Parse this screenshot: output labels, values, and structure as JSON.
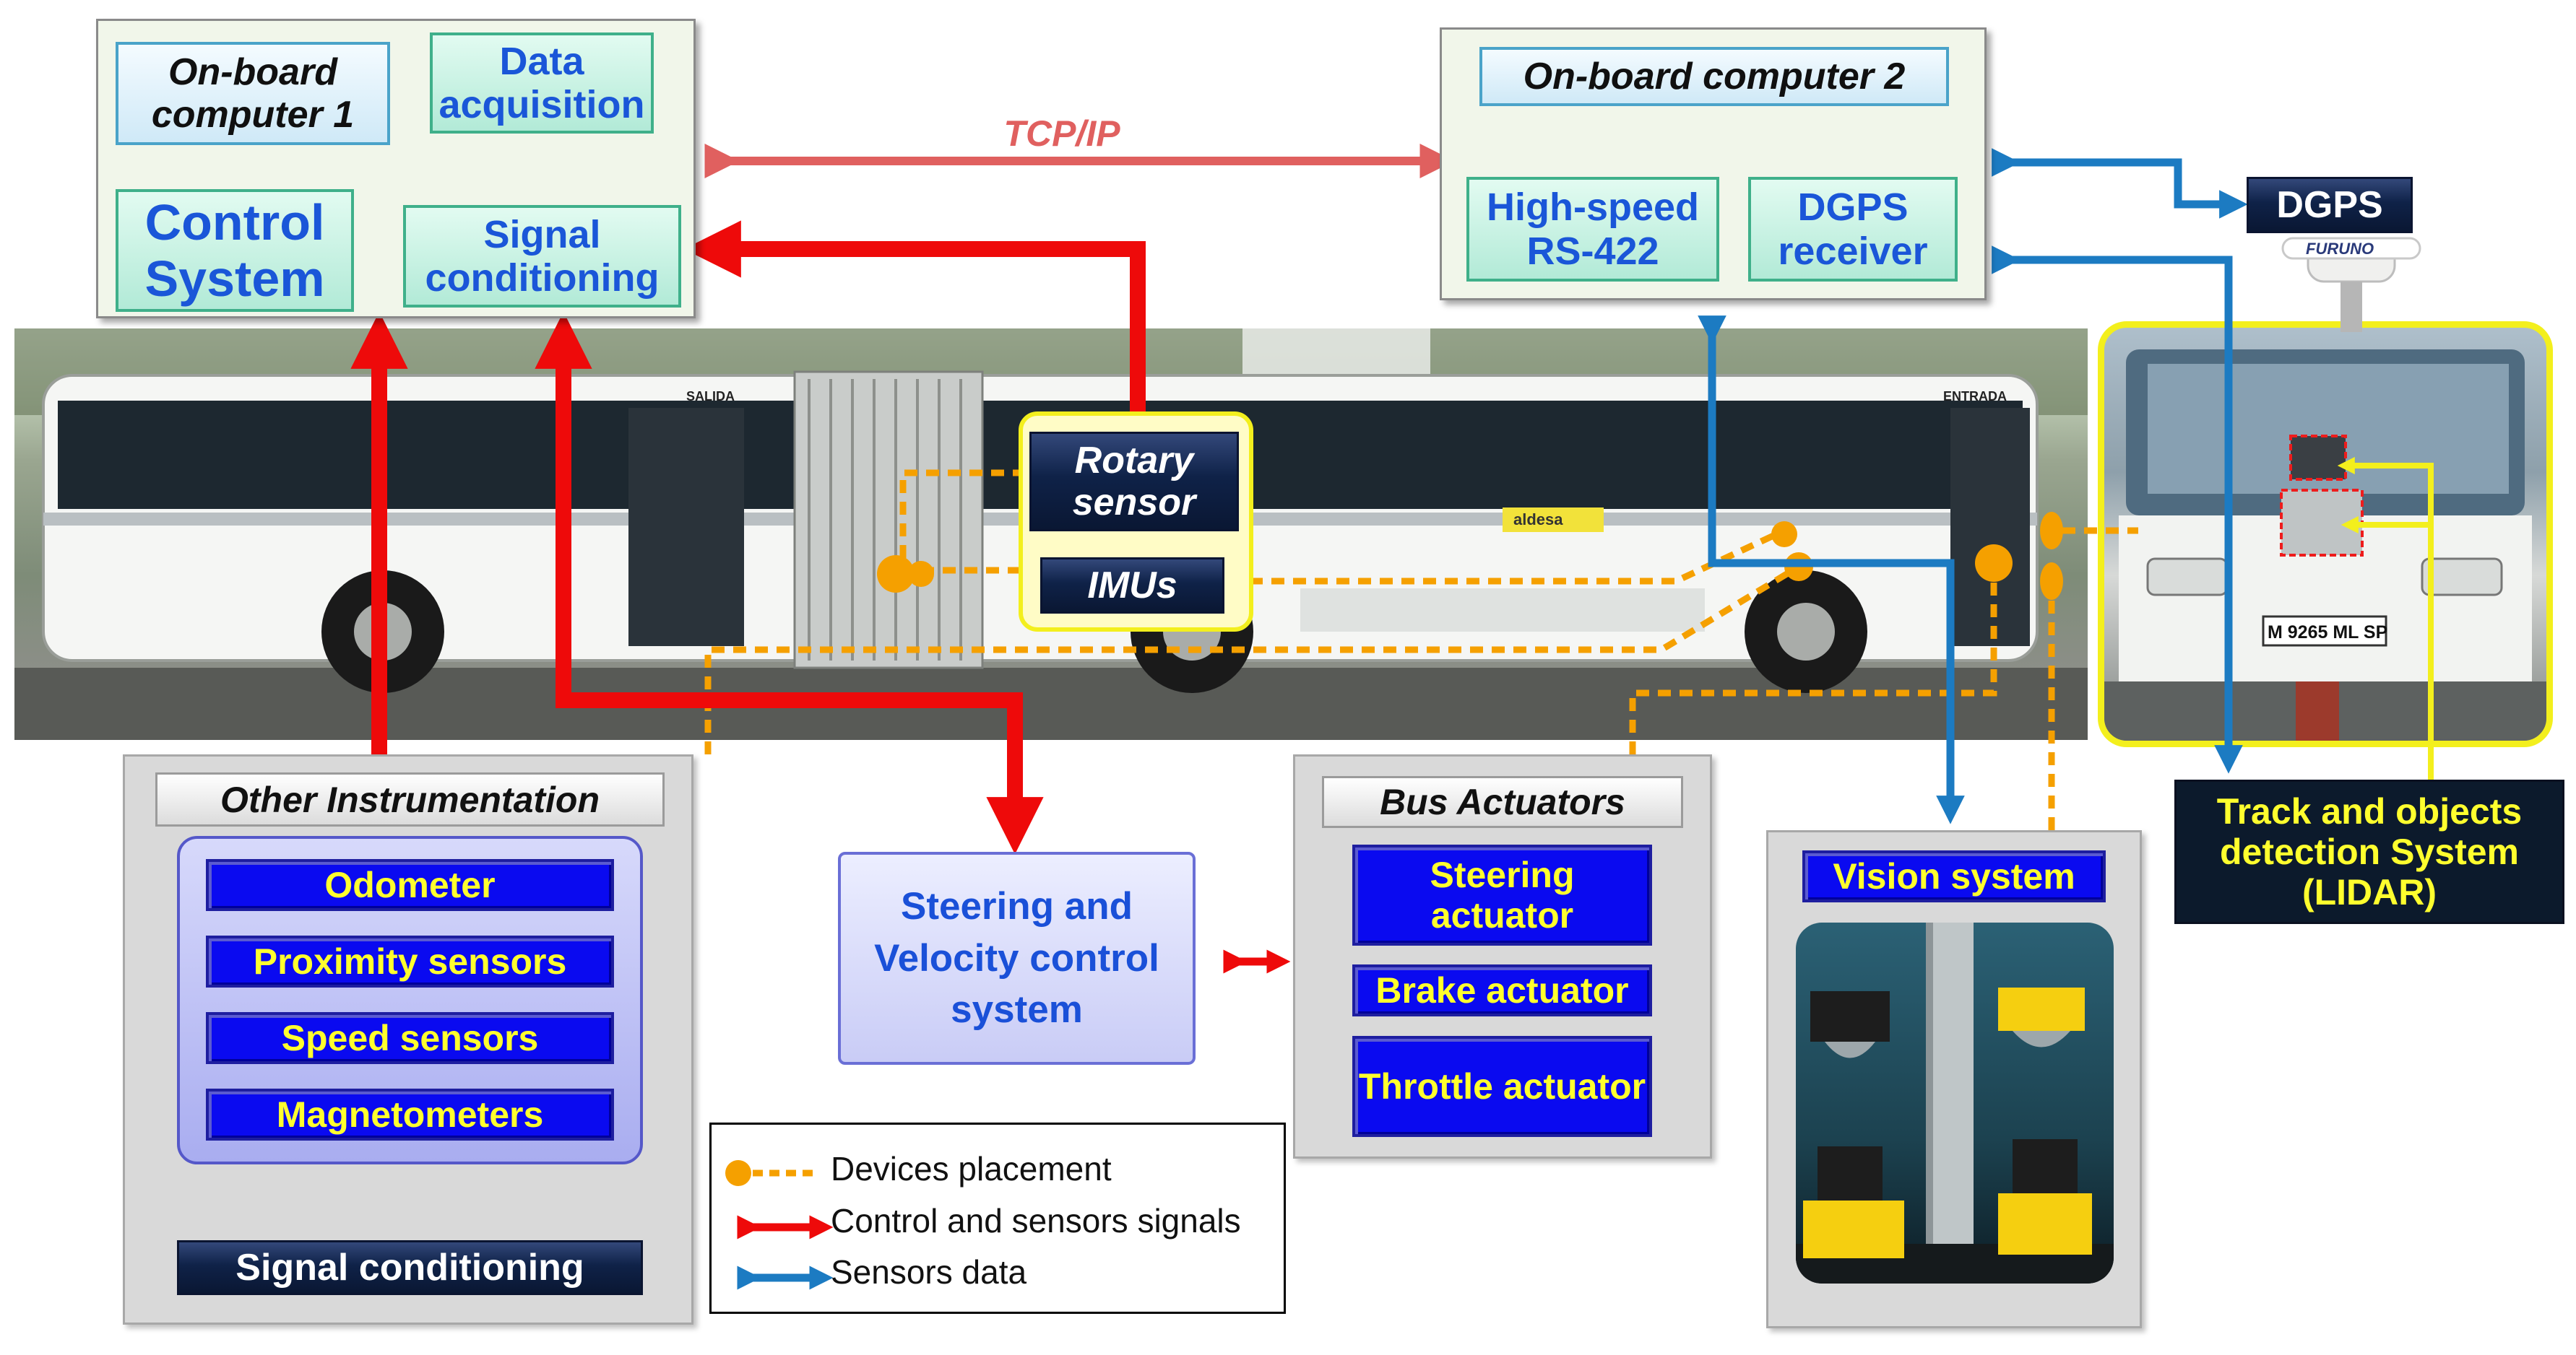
{
  "computer1": {
    "title": "On-board computer 1",
    "data_acquisition": "Data acquisition",
    "control_system": "Control System",
    "signal_conditioning": "Signal conditioning"
  },
  "computer2": {
    "title": "On-board computer 2",
    "rs422": "High-speed RS-422",
    "dgps_receiver": "DGPS receiver"
  },
  "links": {
    "tcpip": "TCP/IP"
  },
  "dgps_label": "DGPS",
  "rotary_sensor": "Rotary sensor",
  "imus": "IMUs",
  "other_instrumentation": {
    "title": "Other Instrumentation",
    "items": [
      "Odometer",
      "Proximity sensors",
      "Speed sensors",
      "Magnetometers"
    ],
    "signal_conditioning": "Signal conditioning"
  },
  "steering_velocity": "Steering and Velocity control system",
  "bus_actuators": {
    "title": "Bus Actuators",
    "items": [
      "Steering actuator",
      "Brake actuator",
      "Throttle actuator"
    ]
  },
  "vision_system": "Vision system",
  "lidar": "Track  and objects detection System (LIDAR)",
  "legend": {
    "devices": "Devices placement",
    "control": "Control and sensors signals",
    "sensors": "Sensors data"
  },
  "photo_text": {
    "salida": "SALIDA",
    "entrada": "ENTRADA",
    "aldesa": "aldesa",
    "plate": "M 9265 ML SP",
    "antenna_brand": "FURUNO"
  },
  "colors": {
    "control_red": "#ee0a0a",
    "dark_red": "#a01212",
    "tcp_red": "#e0605f",
    "sensor_blue": "#1c7bc2",
    "device_orange": "#f5a000",
    "lidar_yellow": "#f3ef1d"
  }
}
